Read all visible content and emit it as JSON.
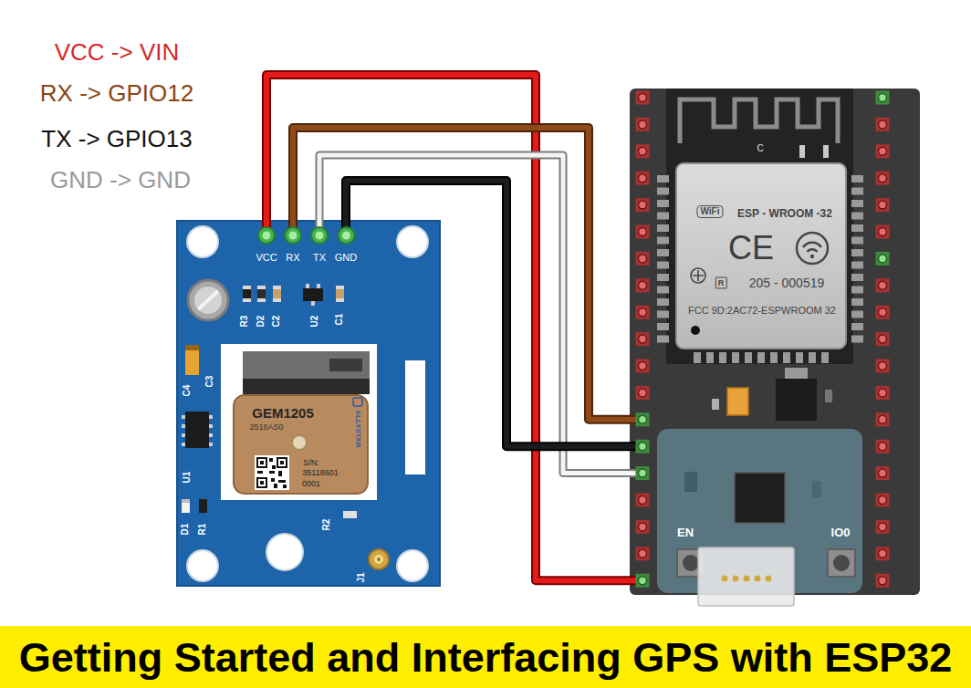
{
  "diagram": {
    "title": "Getting Started and Interfacing GPS with ESP32",
    "nodes": [
      {
        "text": [
          "R3",
          "D2",
          "C2",
          "U2",
          "C1",
          "C3",
          "C4",
          "U1",
          "D1",
          "R1",
          "R2",
          "J1"
        ]
      },
      {
        "text": [
          "VCC"
        ],
        "in": 0
      },
      {
        "text": [
          "RX"
        ],
        "in": 0
      },
      {
        "text": [
          "TX"
        ],
        "in": 0
      },
      {
        "text": [
          "GND"
        ],
        "in": 0
      },
      {
        "text": [
          "GEM1205",
          "2516AS0",
          "ALLYSTAR",
          "S/N:",
          "35118601",
          "0001"
        ],
        "in": 0
      },
      {
        "text": [
          "C",
          "EN",
          "IO0"
        ]
      },
      {
        "text": [
          "WiFi",
          "ESP - WROOM -32",
          "CE",
          "R",
          "205 - 000519",
          "FCC 9D:2AC72-ESPWROOM 32"
        ],
        "in": 6
      }
    ],
    "edges": [
      {
        "from": 1,
        "to": 6,
        "arrow": "none"
      },
      {
        "from": 2,
        "to": 6,
        "arrow": "none"
      },
      {
        "from": 3,
        "to": 6,
        "arrow": "none"
      },
      {
        "from": 4,
        "to": 6,
        "arrow": "none"
      }
    ],
    "labels": [
      "VCC -> VIN",
      "RX -> GPIO12",
      "TX -> GPIO13",
      "GND -> GND"
    ]
  }
}
